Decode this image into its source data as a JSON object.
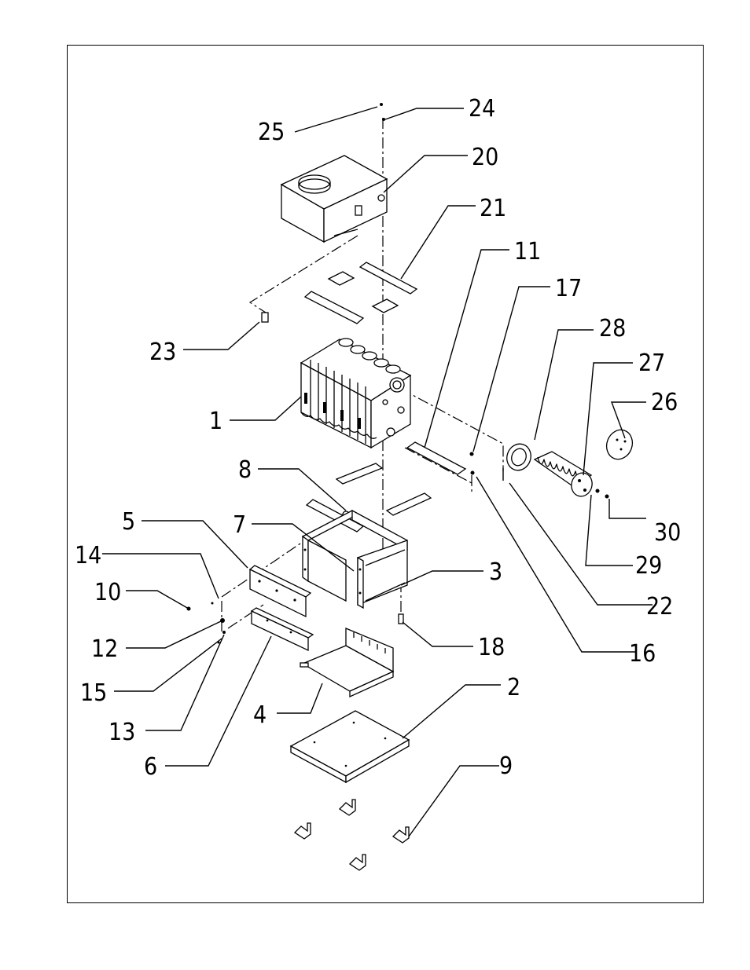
{
  "diagram": {
    "callouts": [
      {
        "id": "1",
        "label": "1"
      },
      {
        "id": "2",
        "label": "2"
      },
      {
        "id": "3",
        "label": "3"
      },
      {
        "id": "4",
        "label": "4"
      },
      {
        "id": "5",
        "label": "5"
      },
      {
        "id": "6",
        "label": "6"
      },
      {
        "id": "7",
        "label": "7"
      },
      {
        "id": "8",
        "label": "8"
      },
      {
        "id": "9",
        "label": "9"
      },
      {
        "id": "10",
        "label": "10"
      },
      {
        "id": "11",
        "label": "11"
      },
      {
        "id": "12",
        "label": "12"
      },
      {
        "id": "13",
        "label": "13"
      },
      {
        "id": "14",
        "label": "14"
      },
      {
        "id": "15",
        "label": "15"
      },
      {
        "id": "16",
        "label": "16"
      },
      {
        "id": "17",
        "label": "17"
      },
      {
        "id": "18",
        "label": "18"
      },
      {
        "id": "20",
        "label": "20"
      },
      {
        "id": "21",
        "label": "21"
      },
      {
        "id": "22",
        "label": "22"
      },
      {
        "id": "23",
        "label": "23"
      },
      {
        "id": "24",
        "label": "24"
      },
      {
        "id": "25",
        "label": "25"
      },
      {
        "id": "26",
        "label": "26"
      },
      {
        "id": "27",
        "label": "27"
      },
      {
        "id": "28",
        "label": "28"
      },
      {
        "id": "29",
        "label": "29"
      },
      {
        "id": "30",
        "label": "30"
      }
    ]
  }
}
